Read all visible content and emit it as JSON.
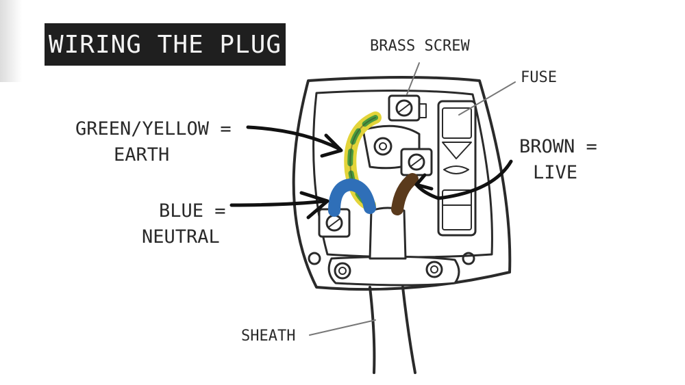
{
  "title": "WIRING THE PLUG",
  "labels": {
    "brass_screw": "BRASS SCREW",
    "fuse": "FUSE",
    "earth_line1": "GREEN/YELLOW =",
    "earth_line2": "EARTH",
    "brown_line1": "BROWN =",
    "brown_line2": "LIVE",
    "blue_line1": "BLUE =",
    "blue_line2": "NEUTRAL",
    "sheath": "SHEATH"
  },
  "colors": {
    "earth_green": "#4a9a3f",
    "earth_yellow": "#e3d43a",
    "neutral_blue": "#2f6fb8",
    "live_brown": "#5a3a1c",
    "outline": "#2a2a2a",
    "title_bg": "#1f1f1f"
  }
}
